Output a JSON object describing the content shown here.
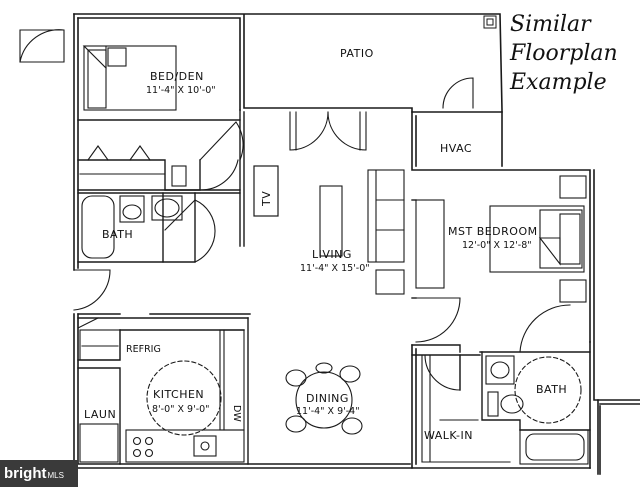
{
  "caption": {
    "line1": "Similar",
    "line2": "Floorplan",
    "line3": "Example"
  },
  "rooms": {
    "patio": "PATIO",
    "bed_den": "BED/DEN",
    "bed_den_dim": "11'-4\" X 10'-0\"",
    "hvac": "HVAC",
    "tv": "TV",
    "bath_left": "BATH",
    "living": "LIVING",
    "living_dim": "11'-4\" X 15'-0\"",
    "master": "MST BEDROOM",
    "master_dim": "12'-0\" X 12'-8\"",
    "refrig": "REFRIG",
    "kitchen": "KITCHEN",
    "kitchen_dim": "8'-0\" X 9'-0\"",
    "dw": "DW",
    "dining": "DINING",
    "dining_dim": "11'-4\" X 9'-4\"",
    "laun": "LAUN",
    "walk_in": "WALK-IN",
    "bath_right": "BATH"
  },
  "watermark": {
    "text": "bright",
    "suffix": "MLS"
  }
}
